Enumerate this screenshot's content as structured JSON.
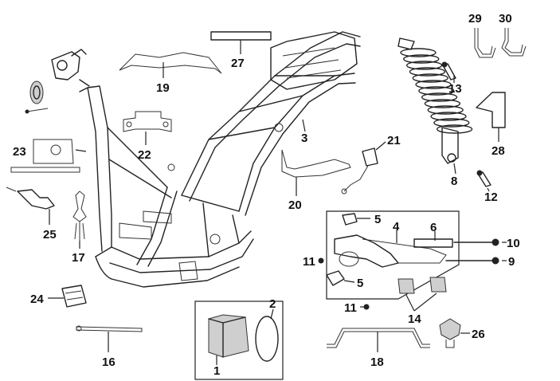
{
  "diagram": {
    "callouts": [
      {
        "id": "c1",
        "text": "1"
      },
      {
        "id": "c2",
        "text": "2"
      },
      {
        "id": "c3",
        "text": "3"
      },
      {
        "id": "c4",
        "text": "4"
      },
      {
        "id": "c5a",
        "text": "5"
      },
      {
        "id": "c5b",
        "text": "5"
      },
      {
        "id": "c6",
        "text": "6"
      },
      {
        "id": "c8",
        "text": "8"
      },
      {
        "id": "c9",
        "text": "9"
      },
      {
        "id": "c10",
        "text": "10"
      },
      {
        "id": "c11a",
        "text": "11"
      },
      {
        "id": "c11b",
        "text": "11"
      },
      {
        "id": "c12",
        "text": "12"
      },
      {
        "id": "c13",
        "text": "13"
      },
      {
        "id": "c14",
        "text": "14"
      },
      {
        "id": "c16",
        "text": "16"
      },
      {
        "id": "c17",
        "text": "17"
      },
      {
        "id": "c18",
        "text": "18"
      },
      {
        "id": "c19",
        "text": "19"
      },
      {
        "id": "c20",
        "text": "20"
      },
      {
        "id": "c21",
        "text": "21"
      },
      {
        "id": "c22",
        "text": "22"
      },
      {
        "id": "c23",
        "text": "23"
      },
      {
        "id": "c24",
        "text": "24"
      },
      {
        "id": "c25",
        "text": "25"
      },
      {
        "id": "c26",
        "text": "26"
      },
      {
        "id": "c27",
        "text": "27"
      },
      {
        "id": "c28",
        "text": "28"
      },
      {
        "id": "c29",
        "text": "29"
      },
      {
        "id": "c30",
        "text": "30"
      }
    ]
  }
}
